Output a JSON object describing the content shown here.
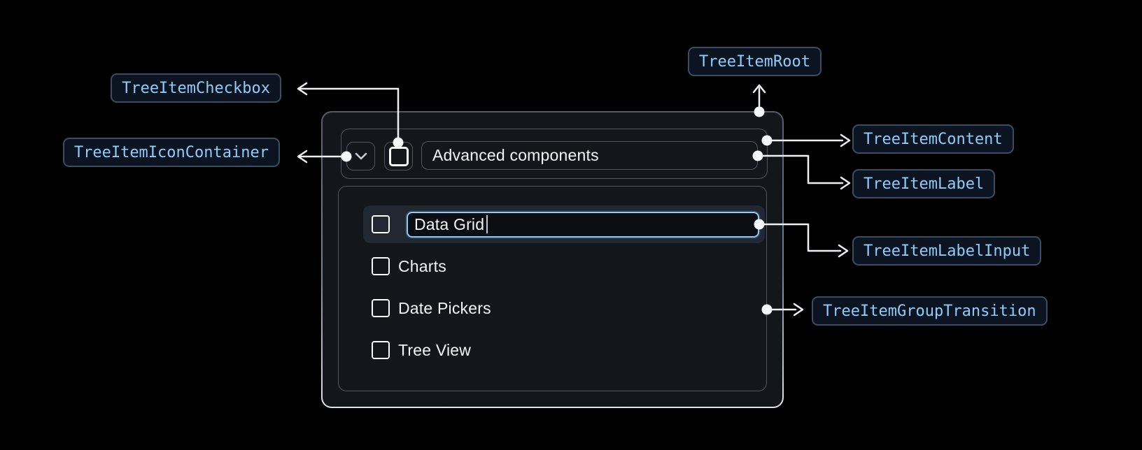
{
  "annotations": {
    "root": "TreeItemRoot",
    "checkbox": "TreeItemCheckbox",
    "icon_container": "TreeItemIconContainer",
    "content": "TreeItemContent",
    "label": "TreeItemLabel",
    "label_input": "TreeItemLabelInput",
    "group_transition": "TreeItemGroupTransition"
  },
  "tree": {
    "parent_item": {
      "label": "Advanced components",
      "state": "expanded",
      "checked": false
    },
    "editing_item": {
      "input_value": "Data Grid",
      "checked": false,
      "editing": true
    },
    "items": [
      {
        "label": "Charts",
        "checked": false
      },
      {
        "label": "Date Pickers",
        "checked": false
      },
      {
        "label": "Tree View",
        "checked": false
      }
    ]
  },
  "colors": {
    "background": "#000000",
    "surface": "#13161b",
    "box_border": "#4f5660",
    "selected_row": "#222831",
    "input_accent": "#90caf9",
    "chip_background": "#0b1420",
    "chip_border": "#3a4e61",
    "chip_text": "#8ecdf8",
    "connector": "#eef1f4",
    "text": "#f5f5f5"
  }
}
